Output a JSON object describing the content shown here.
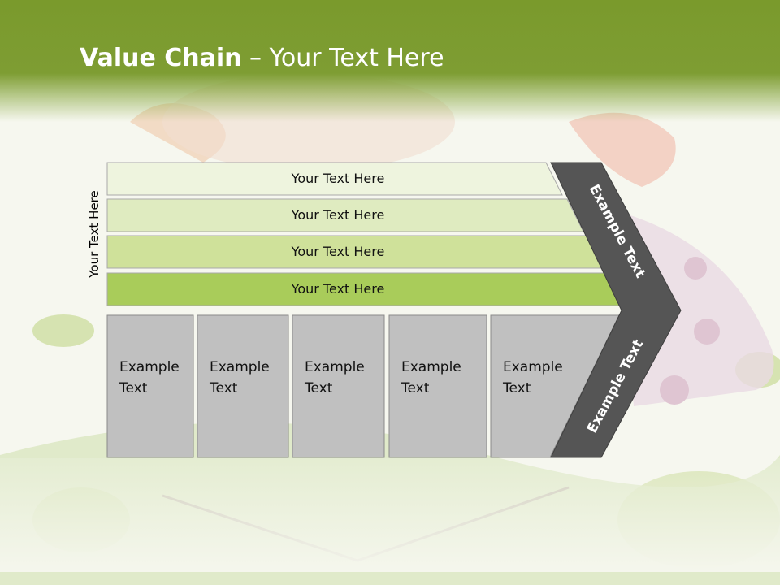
{
  "slide": {
    "title_bold": "Value Chain",
    "title_rest": " – Your Text Here",
    "vertical_label": "Your Text Here"
  },
  "bars": [
    {
      "label": "Your Text Here",
      "color": "#eef4de"
    },
    {
      "label": "Your Text Here",
      "color": "#dfebc0"
    },
    {
      "label": "Your Text Here",
      "color": "#cfe19a"
    },
    {
      "label": "Your Text Here",
      "color": "#a9cc5a"
    }
  ],
  "boxes": [
    {
      "label_line1": "Example",
      "label_line2": "Text"
    },
    {
      "label_line1": "Example",
      "label_line2": "Text"
    },
    {
      "label_line1": "Example",
      "label_line2": "Text"
    },
    {
      "label_line1": "Example",
      "label_line2": "Text"
    },
    {
      "label_line1": "Example",
      "label_line2": "Text"
    }
  ],
  "chevron": {
    "upper_label": "Example Text",
    "lower_label": "Example Text",
    "color": "#555555"
  },
  "colors": {
    "header_green": "#7a9a2c",
    "box_gray": "#c0c0c0"
  }
}
